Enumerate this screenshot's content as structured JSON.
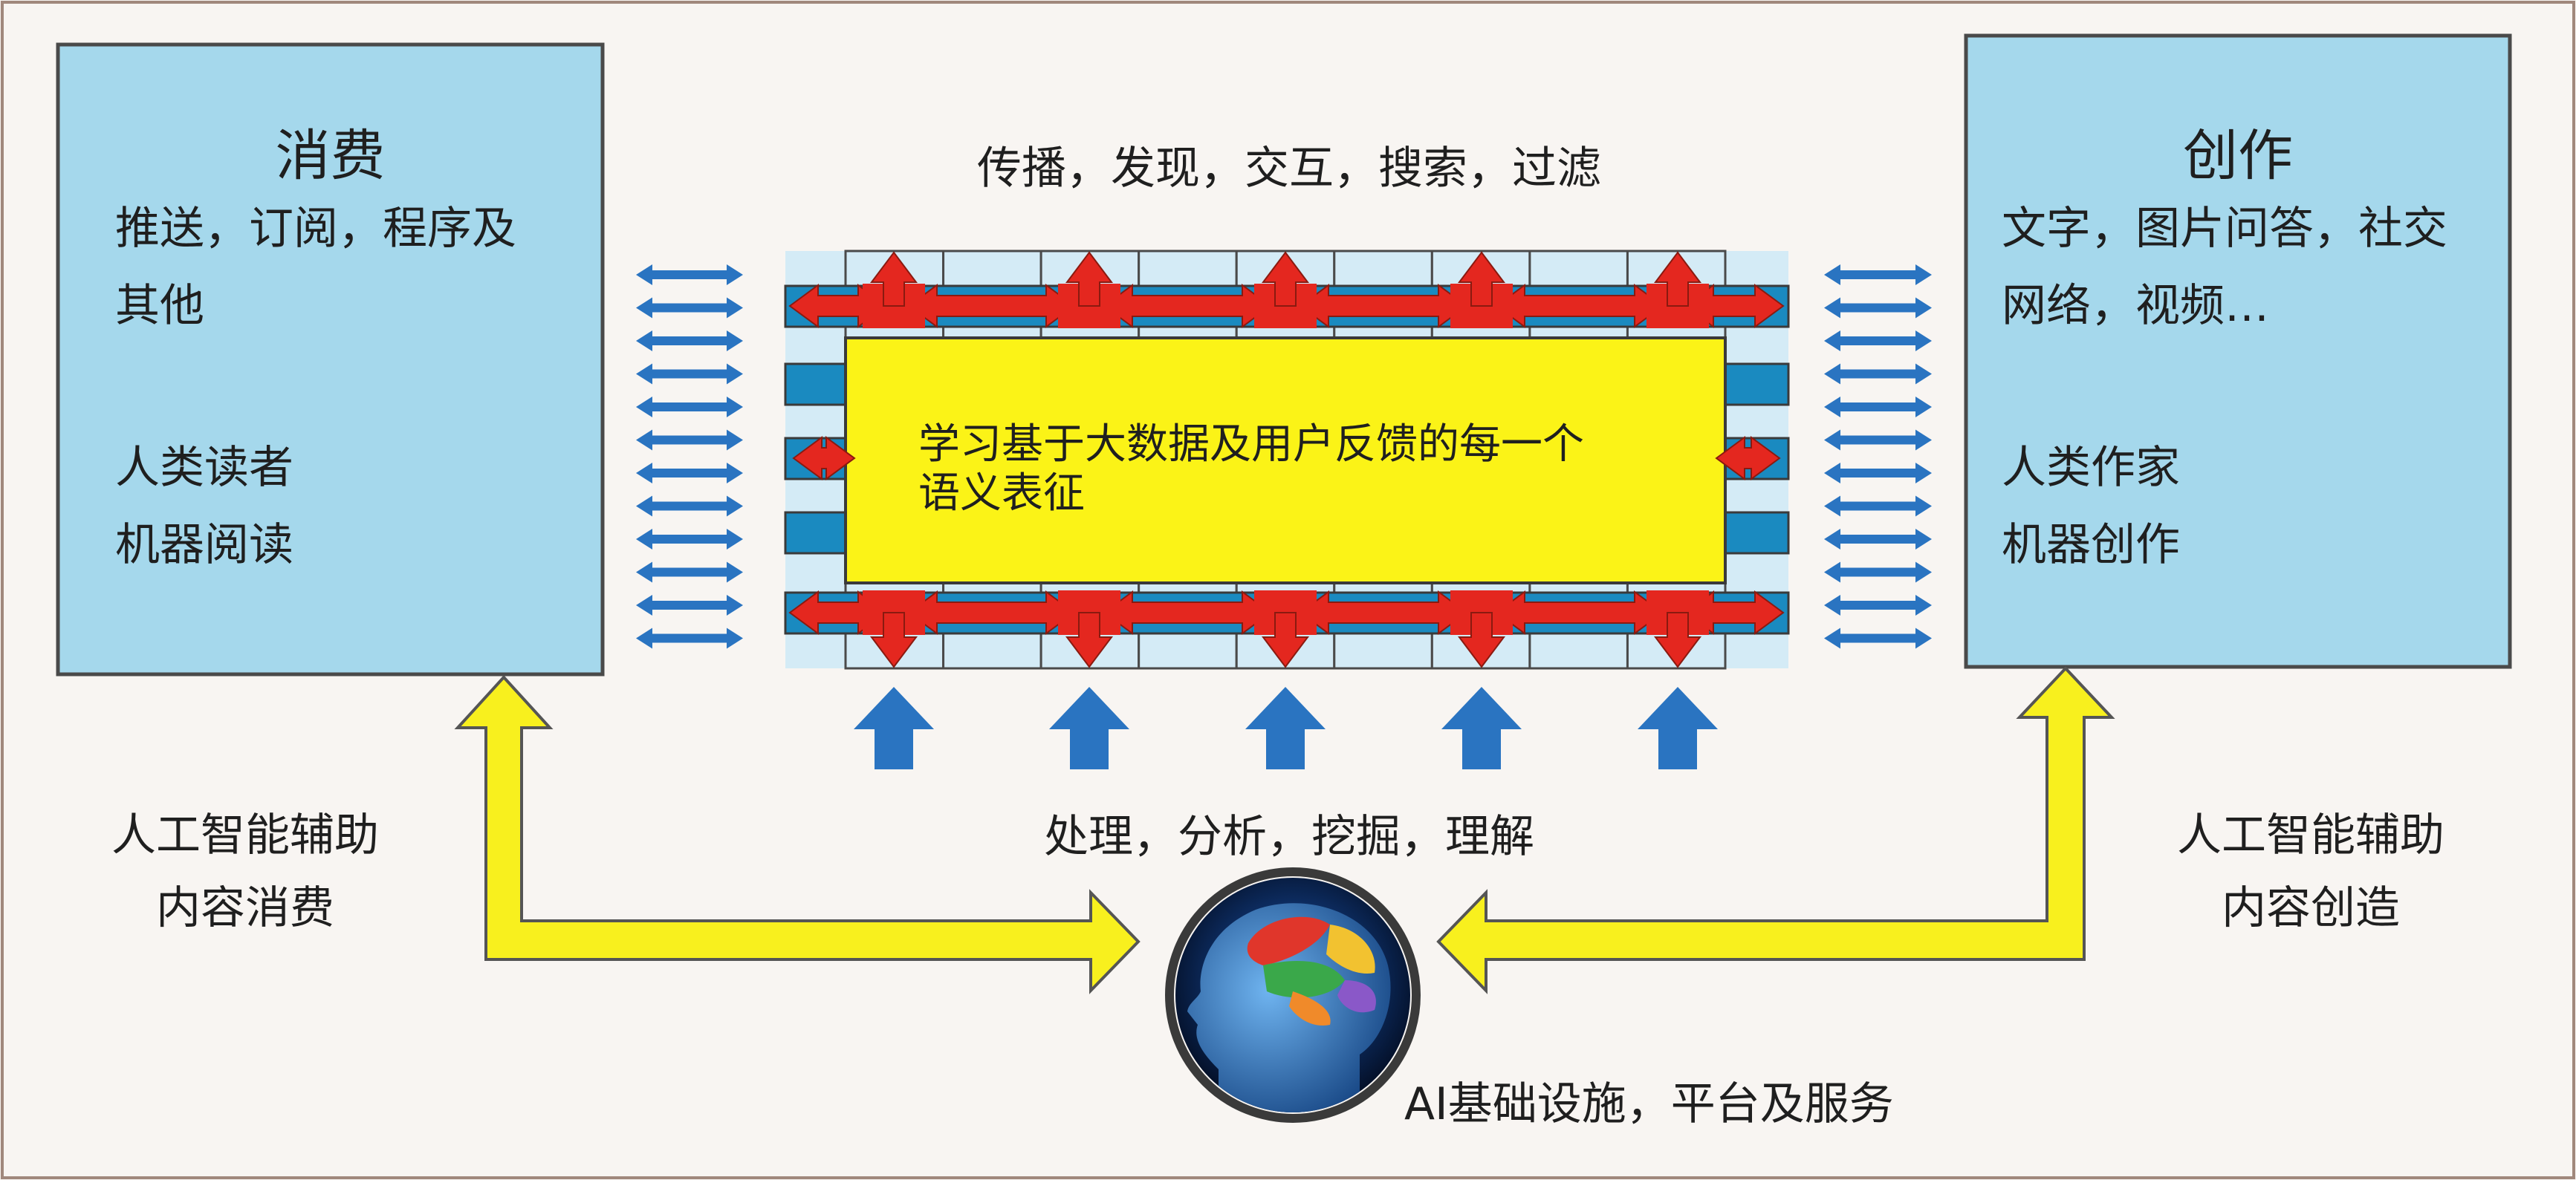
{
  "left_panel": {
    "title": "消费",
    "line1": "推送，订阅，程序及",
    "line2": "其他",
    "line3": "人类读者",
    "line4": "机器阅读"
  },
  "right_panel": {
    "title": "创作",
    "line1": "文字，图片问答，社交",
    "line2": "网络，视频…",
    "line3": "人类作家",
    "line4": "机器创作"
  },
  "top_label": "传播，发现，交互，搜索，过滤",
  "center_box": {
    "line1": "学习基于大数据及用户反馈的每一个",
    "line2": "语义表征"
  },
  "bottom_label": "处理，分析，挖掘，理解",
  "left_caption": {
    "line1": "人工智能辅助",
    "line2": "内容消费"
  },
  "right_caption": {
    "line1": "人工智能辅助",
    "line2": "内容创造"
  },
  "brain_label": "AI基础设施，平台及服务",
  "icons": [
    "brain-head-icon"
  ],
  "colors": {
    "panel_fill": "#a5d8ec",
    "panel_border": "#4a4a4a",
    "center_fill": "#fbf317",
    "red_arrow": "#e4271f",
    "blue_arrow": "#2a74c1",
    "yellow_arrow": "#f8f01e",
    "cell_fill": "#d4ebf6",
    "bar_fill": "#1a8ac0",
    "background": "#f8f5f2",
    "frame": "#a0887c"
  }
}
